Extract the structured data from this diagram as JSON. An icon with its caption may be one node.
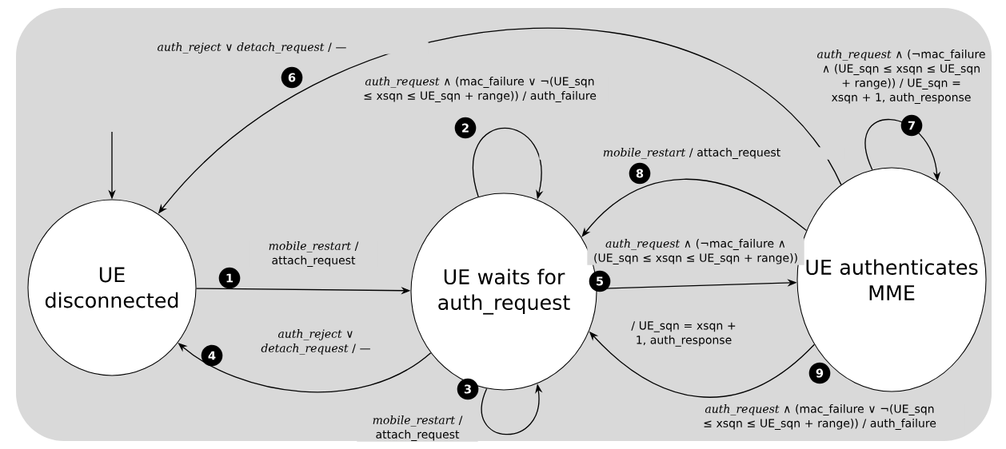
{
  "diagram": {
    "nodes": [
      {
        "text": [
          "UE disconnected"
        ]
      },
      {
        "text": [
          "UE waits for auth_request"
        ]
      },
      {
        "text": [
          "UE authenticates MME"
        ]
      }
    ],
    "edges": [
      {
        "from": 0,
        "to": 1,
        "arrow": "to",
        "label": "*mobile_restart* / attach_request"
      },
      {
        "from": 1,
        "to": 1,
        "arrow": "to",
        "label": "*auth_request* ∧ (mac_failure ∨ ¬(UE_sqn ≤ xsqn ≤ UE_sqn + range)) / auth_failure"
      },
      {
        "from": 1,
        "to": 1,
        "arrow": "to",
        "label": "*mobile_restart* / attach_request"
      },
      {
        "from": 1,
        "to": 0,
        "arrow": "to",
        "label": "*auth_reject* ∨ *detach_request* / —"
      },
      {
        "from": 1,
        "to": 2,
        "arrow": "to",
        "label": "*auth_request* ∧ (¬mac_failure ∧ (UE_sqn ≤ xsqn ≤ UE_sqn + range))"
      },
      {
        "from": 2,
        "to": 0,
        "arrow": "to",
        "label": "*auth_reject* ∨ *detach_request* / —"
      },
      {
        "from": 2,
        "to": 2,
        "arrow": "to",
        "label": "*auth_request* ∧ (¬mac_failure ∧ (UE_sqn ≤ xsqn ≤ UE_sqn + range)) / UE_sqn = xsqn + 1, auth_response"
      },
      {
        "from": 2,
        "to": 1,
        "arrow": "to",
        "label": "*mobile_restart* / attach_request"
      },
      {
        "from": 2,
        "to": 1,
        "arrow": "to",
        "label": "*auth_request* ∧ (mac_failure ∨ ¬(UE_sqn ≤ xsqn ≤ UE_sqn + range)) / auth_failure"
      },
      {
        "from": null,
        "to": 0,
        "arrow": "to"
      }
    ],
    "labels": [
      "1",
      "2",
      "3",
      "4",
      "5",
      "6",
      "7",
      "8",
      "9",
      "/ UE_sqn = xsqn + 1, auth_response"
    ]
  }
}
